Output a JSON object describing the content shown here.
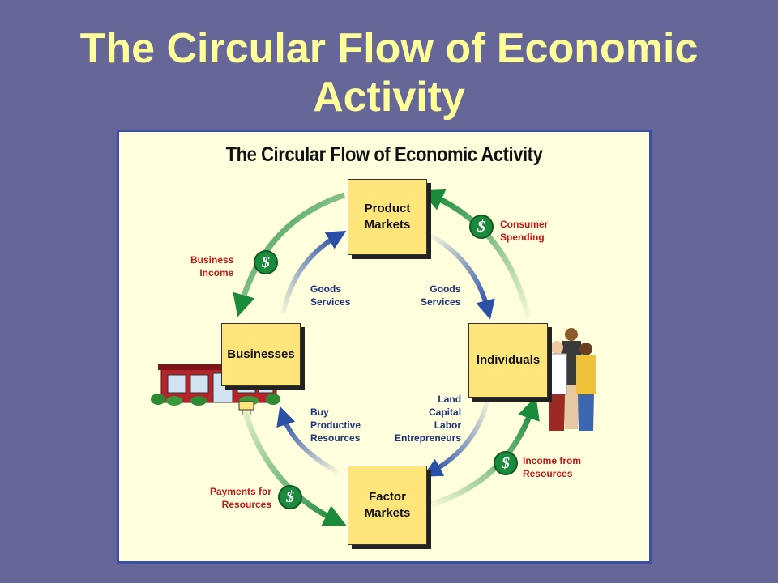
{
  "slide": {
    "title": "The Circular Flow of Economic Activity"
  },
  "diagram": {
    "title": "The Circular Flow of Economic Activity",
    "nodes": {
      "product_markets": "Product\nMarkets",
      "businesses": "Businesses",
      "individuals": "Individuals",
      "factor_markets": "Factor\nMarkets"
    },
    "flows": {
      "business_income": "Business\nIncome",
      "consumer_spending": "Consumer\nSpending",
      "goods_services_left": "Goods\nServices",
      "goods_services_right": "Goods\nServices",
      "buy_productive_resources": "Buy\nProductive\nResources",
      "land_capital_labor": "Land\nCapital\nLabor\nEntrepreneurs",
      "payments_for_resources": "Payments for\nResources",
      "income_from_resources": "Income from\nResources"
    },
    "currency_symbol": "$",
    "colors": {
      "money_flow": "#1c8a3b",
      "goods_flow": "#2c4fa6",
      "box_fill": "#ffe57a",
      "money_label": "#c21818",
      "goods_label": "#1f3278"
    }
  }
}
